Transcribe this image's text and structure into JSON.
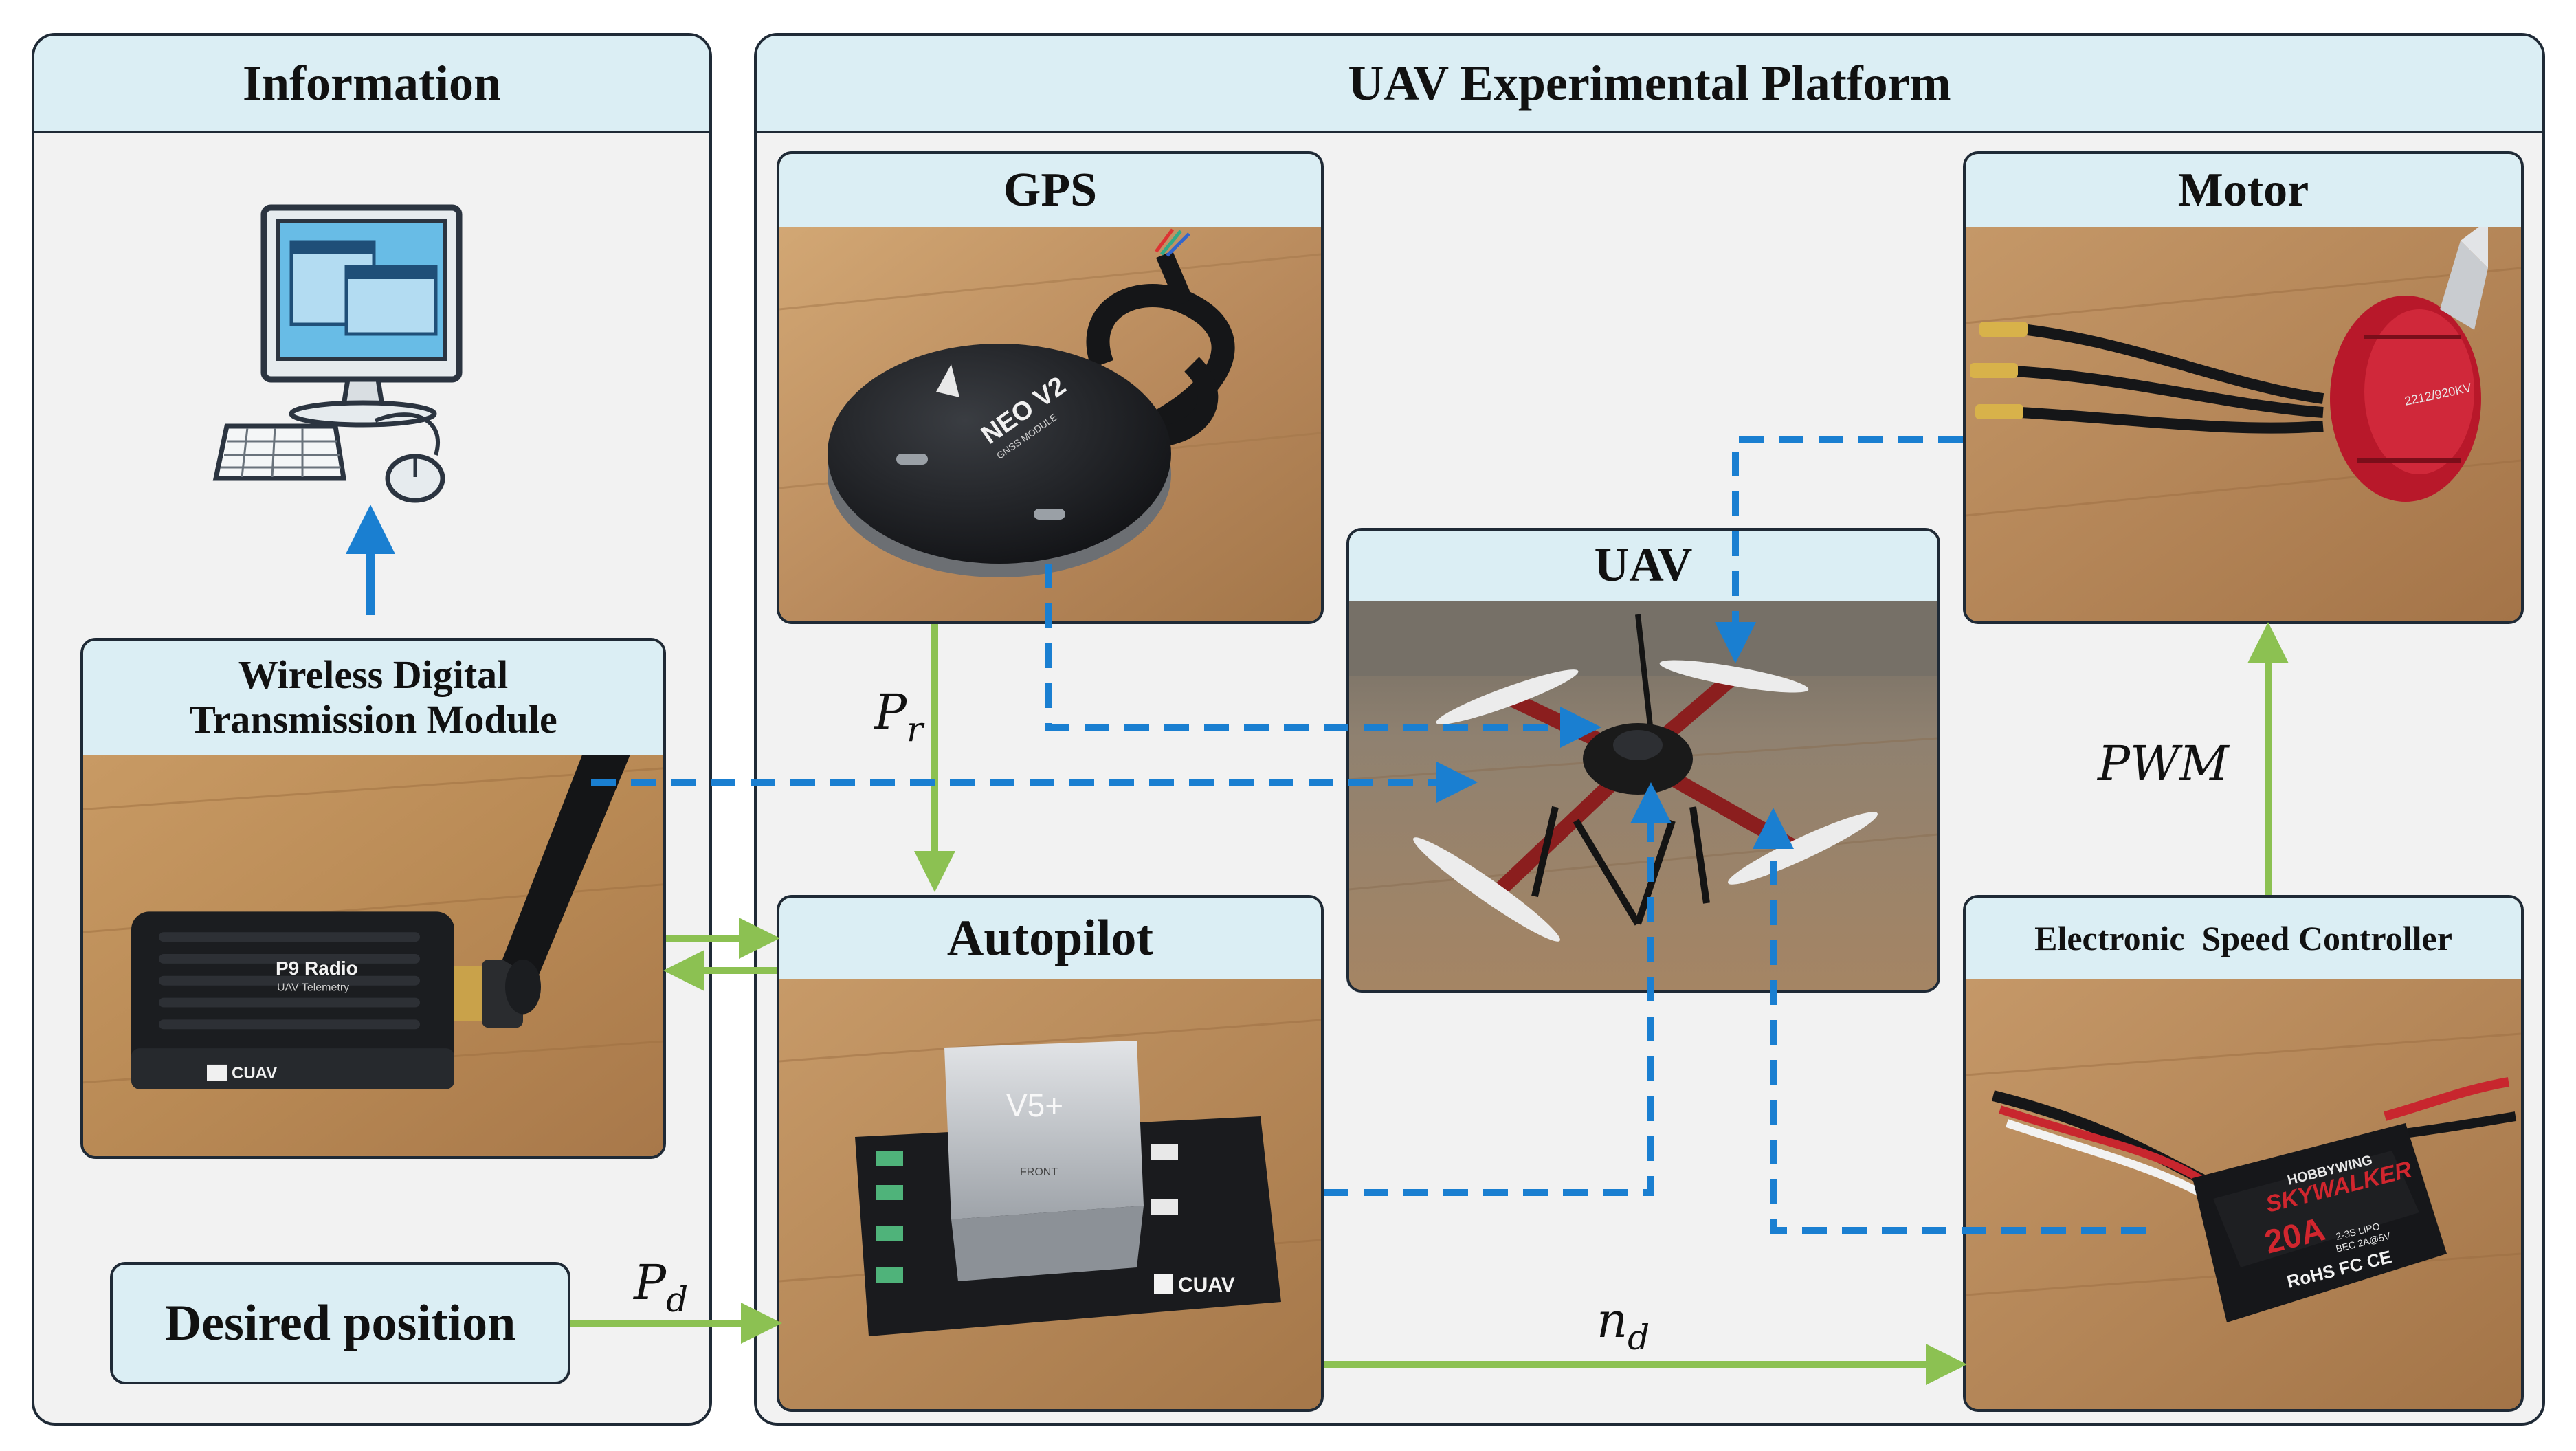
{
  "panels": {
    "information": "Information",
    "platform": "UAV Experimental Platform"
  },
  "cards": {
    "gps": "GPS",
    "motor": "Motor",
    "uav": "UAV",
    "wireless_line1": "Wireless Digital",
    "wireless_line2": "Transmission Module",
    "autopilot": "Autopilot",
    "esc": "Electronic  Speed Controller"
  },
  "desired_position": "Desired position",
  "signals": {
    "pr": {
      "main": "P",
      "sub": "r"
    },
    "pd": {
      "main": "P",
      "sub": "d"
    },
    "nd": {
      "main": "n",
      "sub": "d"
    },
    "pwm": "PWM"
  },
  "photo_labels": {
    "gps_module": "NEO V2",
    "gps_small": "GNSS MODULE",
    "radio_title": "P9 Radio",
    "radio_sub": "UAV Telemetry",
    "radio_brand": "CUAV",
    "autopilot_model": "V5+",
    "autopilot_front": "FRONT",
    "autopilot_brand": "CUAV",
    "motor_model": "2212/920KV",
    "esc_brand": "HOBBYWING",
    "esc_model": "SKYWALKER",
    "esc_rating": "20A",
    "esc_lipo": "2-3S LIPO",
    "esc_bec": "BEC 2A@5V",
    "esc_cert": "RoHS FC CE"
  },
  "colors": {
    "panel_header": "#dbeef4",
    "panel_background": "#f2f2f2",
    "border": "#1f2a36",
    "data_arrow_green": "#8cc152",
    "wireless_arrow_blue": "#1a7fd1"
  }
}
